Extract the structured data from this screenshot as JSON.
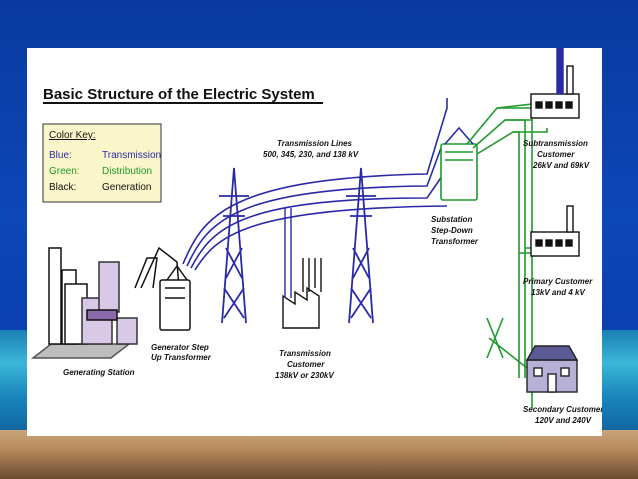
{
  "title": "Basic Structure of the Electric System",
  "color_key": {
    "heading": "Color Key:",
    "rows": [
      {
        "name": "Blue:",
        "value": "Transmission",
        "color": "#2a2aa8"
      },
      {
        "name": "Green:",
        "value": "Distribution",
        "color": "#1f9a2e"
      },
      {
        "name": "Black:",
        "value": "Generation",
        "color": "#111111"
      }
    ]
  },
  "labels": {
    "transmission_lines": "Transmission Lines",
    "transmission_voltages": "500, 345, 230, and 138 kV",
    "generating_station": "Generating Station",
    "generator_step_up_1": "Generator Step",
    "generator_step_up_2": "Up Transformer",
    "transmission_customer_1": "Transmission",
    "transmission_customer_2": "Customer",
    "transmission_customer_3": "138kV or 230kV",
    "substation_1": "Substation",
    "substation_2": "Step-Down",
    "substation_3": "Transformer",
    "subtransmission_1": "Subtransmission",
    "subtransmission_2": "Customer",
    "subtransmission_3": "26kV and 69kV",
    "primary_1": "Primary Customer",
    "primary_2": "13kV and 4 kV",
    "secondary_1": "Secondary Customer",
    "secondary_2": "120V and 240V"
  },
  "colors": {
    "transmission": "#2a2aa8",
    "distribution": "#1f9a2e",
    "generation": "#111111",
    "key_bg": "#fbf6c9"
  }
}
